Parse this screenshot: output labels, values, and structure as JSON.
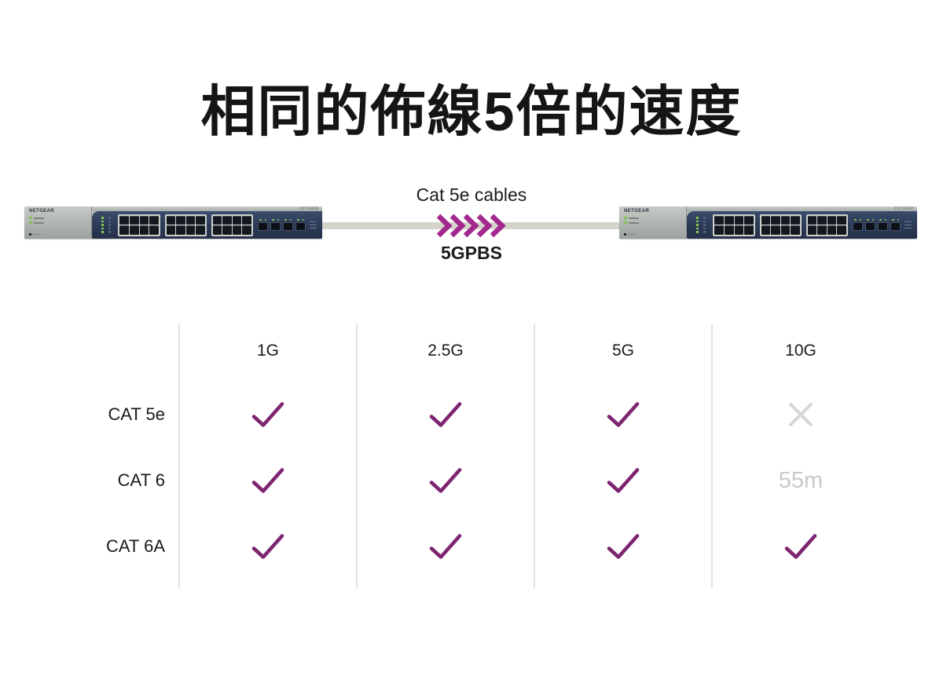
{
  "title": "相同的佈線5倍的速度",
  "connection": {
    "cable_label": "Cat 5e cables",
    "speed_label": "5GPBS",
    "chevron_count": 5,
    "chevron_color": "#a3288e",
    "cable_color": "#d4d4cb"
  },
  "switch": {
    "brand": "NETGEAR",
    "model": "XS724EM",
    "port_groups": 3,
    "ports_per_group": 8,
    "sfp_ports": 4,
    "body_color": "#2d3c58",
    "chassis_color": "#b5b8b4",
    "led_color": "#8cc94f"
  },
  "table": {
    "columns": [
      "1G",
      "2.5G",
      "5G",
      "10G"
    ],
    "rows": [
      {
        "label": "CAT 5e",
        "cells": [
          {
            "type": "check"
          },
          {
            "type": "check"
          },
          {
            "type": "check"
          },
          {
            "type": "cross"
          }
        ]
      },
      {
        "label": "CAT 6",
        "cells": [
          {
            "type": "check"
          },
          {
            "type": "check"
          },
          {
            "type": "check"
          },
          {
            "type": "text",
            "value": "55m"
          }
        ]
      },
      {
        "label": "CAT 6A",
        "cells": [
          {
            "type": "check"
          },
          {
            "type": "check"
          },
          {
            "type": "check"
          },
          {
            "type": "check"
          }
        ]
      }
    ],
    "check_color": "#7d2571",
    "cross_color": "#d6d6d6",
    "muted_value_color": "#c9c9c9"
  }
}
